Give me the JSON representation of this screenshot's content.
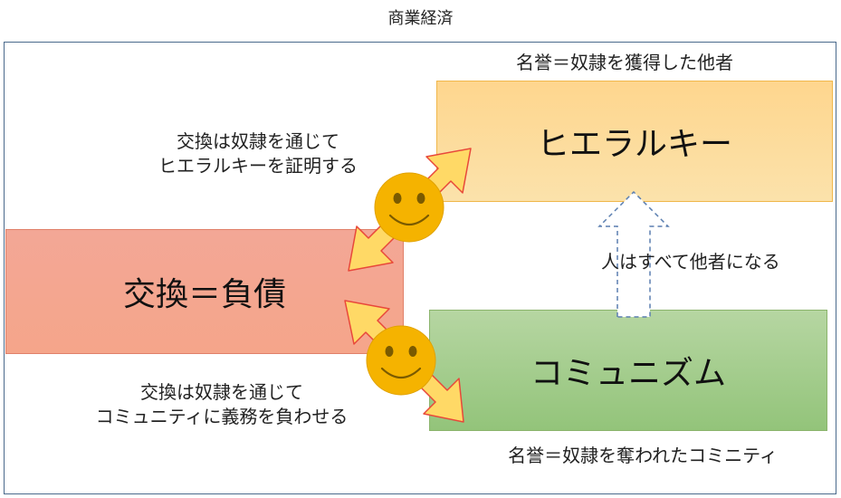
{
  "title": "商業経済",
  "boxes": {
    "hierarchy": "ヒエラルキー",
    "exchange": "交換＝負債",
    "communism": "コミュニズム"
  },
  "labels": {
    "hierarchy_caption": "名誉＝奴隷を獲得した他者",
    "exchange_hierarchy_line1": "交換は奴隷を通じて",
    "exchange_hierarchy_line2": "ヒエラルキーを証明する",
    "exchange_community_line1": "交換は奴隷を通じて",
    "exchange_community_line2": "コミュニティに義務を負わせる",
    "communism_caption": "名誉＝奴隷を奪われたコミニティ",
    "everyone_other": "人はすべて他者になる"
  },
  "colors": {
    "hierarchy_fill": "#fed68e",
    "exchange_fill": "#f3a796",
    "communism_fill": "#93c47a",
    "arrow_fill": "#ffd966",
    "arrow_stroke": "#e8483a",
    "smiley_fill": "#f5b300",
    "frame": "#4a6a8c"
  },
  "icons": {
    "upper_face": "smiley-face-icon",
    "lower_face": "smiley-face-icon"
  }
}
